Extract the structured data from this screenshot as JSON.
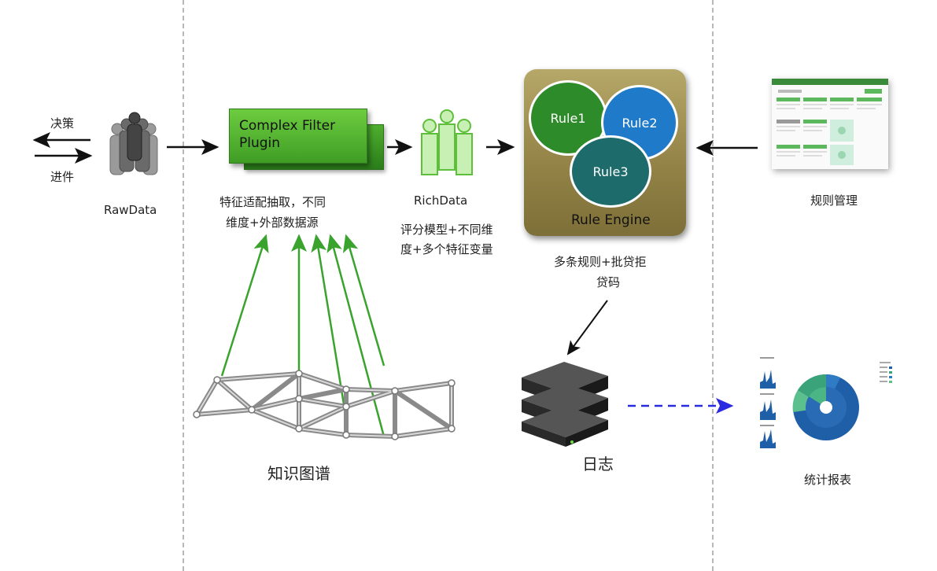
{
  "labels": {
    "decision": "决策",
    "incoming": "进件",
    "rawdata": "RawData",
    "plugin_title": "Complex Filter\nPlugin",
    "plugin_desc_1": "特征适配抽取，不同",
    "plugin_desc_2": "维度+外部数据源",
    "richdata": "RichData",
    "richdata_desc_1": "评分模型+不同维",
    "richdata_desc_2": "度+多个特征变量",
    "rule1": "Rule1",
    "rule2": "Rule2",
    "rule3": "Rule3",
    "rule_engine": "Rule Engine",
    "rule_management": "规则管理",
    "engine_desc_1": "多条规则+批贷拒",
    "engine_desc_2": "贷码",
    "knowledge_graph": "知识图谱",
    "log": "日志",
    "report": "统计报表"
  },
  "colors": {
    "green": "#3aa32e",
    "rule1": "#2e8b2a",
    "rule2": "#1f7ac9",
    "rule3": "#1d6b6b",
    "engine": "#948447",
    "dashed_blue": "#2a2ae0"
  },
  "icons": [
    "people-gray-icon",
    "people-green-icon",
    "server-stack-icon",
    "network-graph-icon",
    "dashboard-thumbnail-icon",
    "report-chart-icon"
  ]
}
